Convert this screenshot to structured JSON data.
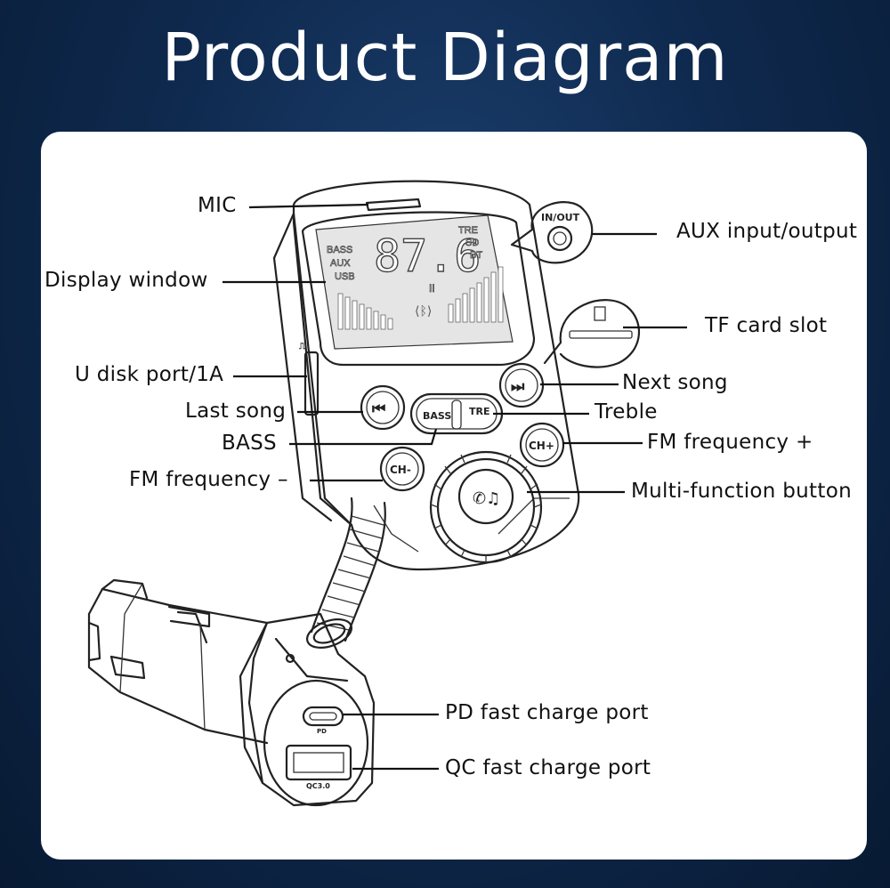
{
  "title": "Product Diagram",
  "labels": {
    "mic": "MIC",
    "display_window": "Display window",
    "u_disk_port": "U disk port/1A",
    "last_song": "Last song",
    "bass": "BASS",
    "fm_minus": "FM frequency –",
    "aux": "AUX input/output",
    "tf_card": "TF card slot",
    "next_song": "Next song",
    "treble": "Treble",
    "fm_plus": "FM frequency +",
    "multi_function": "Multi-function button",
    "pd_port": "PD fast charge port",
    "qc_port": "QC fast charge port"
  },
  "display": {
    "frequency": "87.6",
    "left_modes": [
      "BASS",
      "AUX",
      "USB"
    ],
    "right_modes": [
      "TRE",
      "SD",
      "BT"
    ],
    "pause": "II"
  },
  "buttons": {
    "bass": "BASS",
    "tre": "TRE",
    "ch_minus": "CH-",
    "ch_plus": "CH+"
  },
  "callout_in_out": "IN/OUT",
  "port_marks": {
    "pd": "PD",
    "qc": "QC3.0"
  },
  "colors": {
    "background": "#0f2a4f",
    "panel": "#ffffff",
    "line": "#222222"
  }
}
